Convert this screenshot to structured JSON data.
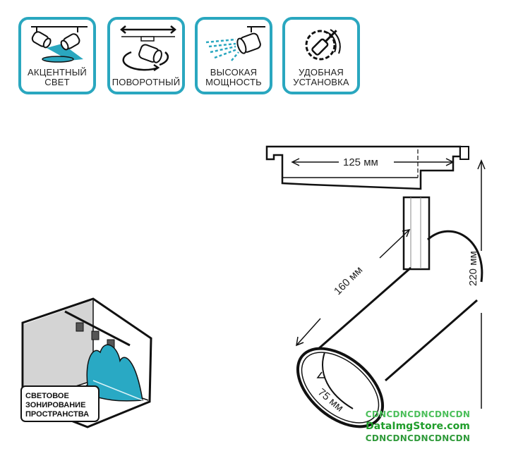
{
  "features": [
    {
      "icon": "accent-light-icon",
      "label_lines": [
        "АКЦЕНТНЫЙ",
        "СВЕТ"
      ]
    },
    {
      "icon": "rotating-icon",
      "label_lines": [
        "ПОВОРОТНЫЙ"
      ]
    },
    {
      "icon": "high-power-icon",
      "label_lines": [
        "ВЫСОКАЯ",
        "МОЩНОСТЬ"
      ]
    },
    {
      "icon": "easy-install-icon",
      "label_lines": [
        "УДОБНАЯ",
        "УСТАНОВКА"
      ]
    }
  ],
  "zoning": {
    "label_lines": [
      "СВЕТОВОЕ",
      "ЗОНИРОВАНИЕ",
      "ПРОСТРАНСТВА"
    ]
  },
  "dimensions": {
    "width": "125 мм",
    "height": "220 мм",
    "length": "160 мм",
    "diameter": "75 мм"
  },
  "watermark": {
    "line1": "CDNCDNCDNCDNCDN",
    "line2": "DataImgStore.com",
    "line3": "CDNCDNCDNCDNCDN"
  },
  "colors": {
    "accent": "#2aa7bf",
    "watermark": "#1f9d2a"
  }
}
